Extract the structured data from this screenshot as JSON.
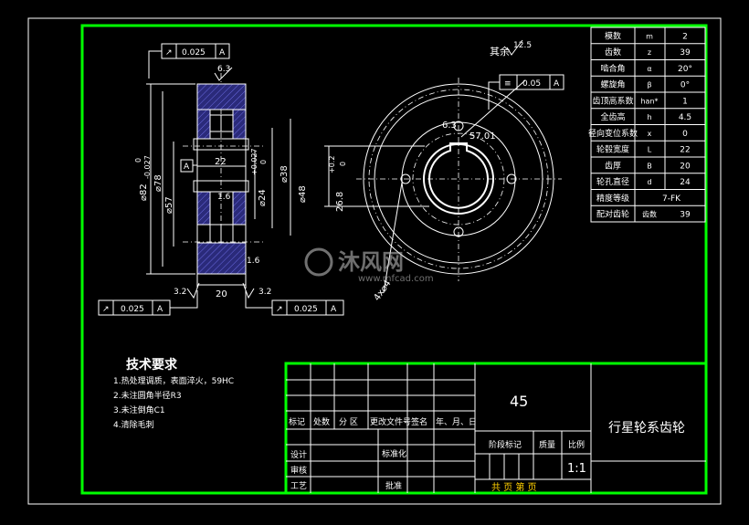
{
  "colors": {
    "background": "#000000",
    "frame": "#00ff00",
    "line": "#ffffff",
    "hatch": "#5b5bd6",
    "yellow": "#ffd000",
    "watermark": "#b4b4b4"
  },
  "gear_params": {
    "rows": [
      {
        "name": "模数",
        "symbol": "m",
        "value": "2"
      },
      {
        "name": "齿数",
        "symbol": "z",
        "value": "39"
      },
      {
        "name": "啮合角",
        "symbol": "α",
        "value": "20°"
      },
      {
        "name": "螺旋角",
        "symbol": "β",
        "value": "0°"
      },
      {
        "name": "齿顶高系数",
        "symbol": "han*",
        "value": "1"
      },
      {
        "name": "全齿高",
        "symbol": "h",
        "value": "4.5"
      },
      {
        "name": "径向变位系数",
        "symbol": "x",
        "value": "0"
      },
      {
        "name": "轮毂宽度",
        "symbol": "L",
        "value": "22"
      },
      {
        "name": "齿厚",
        "symbol": "B",
        "value": "20"
      },
      {
        "name": "轮孔直径",
        "symbol": "d",
        "value": "24"
      },
      {
        "name": "精度等级",
        "symbol": "",
        "value": "7-FK"
      },
      {
        "name": "配对齿轮",
        "symbol": "齿数",
        "value": "39"
      }
    ]
  },
  "annotations": {
    "tol_top_sym": "↗",
    "tol_top_val": "0.025",
    "tol_top_ref": "A",
    "tol_left_sym": "↗",
    "tol_left_val": "0.025",
    "tol_left_ref": "A",
    "tol_right_sym": "↗",
    "tol_right_val": "0.025",
    "tol_right_ref": "A",
    "tol_sym_sym": "≡",
    "tol_sym_val": "0.05",
    "tol_sym_ref": "A",
    "datum_a": "A",
    "rough_rest": "其余",
    "rough_rest_val": "12.5",
    "rough_63": "6.3",
    "rough_63b": "6.3",
    "rough_32a": "3.2",
    "rough_32b": "3.2",
    "rough_16a": "1.6",
    "rough_16b": "1.6",
    "dim_82": "⌀82",
    "dim_82_tol_up": "0",
    "dim_82_tol_dn": "-0.027",
    "dim_78": "⌀78",
    "dim_57": "⌀57",
    "dim_22": "22",
    "dim_24": "⌀24",
    "dim_24_tol": "+0.027",
    "dim_24_tol2": "0",
    "dim_38": "⌀38",
    "dim_48": "⌀48",
    "dim_20": "20",
    "dim_268": "26.8",
    "dim_268_tol": "+0.2",
    "dim_268_tol2": "0",
    "dim_57_01": "57.01",
    "dim_holes": "4x⌀4"
  },
  "tech_req": {
    "title": "技术要求",
    "items": [
      "1.热处理调质，表面淬火，59HC",
      "2.未注圆角半径R3",
      "3.未注倒角C1",
      "4.清除毛刺"
    ]
  },
  "title_block": {
    "material": "45",
    "part_name": "行星轮系齿轮",
    "scale": "1:1",
    "headers": [
      "标记",
      "处数",
      "分 区",
      "更改文件号",
      "签名",
      "年、月、日"
    ],
    "stage_label": "阶段标记",
    "mass_label": "质量",
    "scale_label": "比例",
    "design": "设计",
    "standard": "标准化",
    "review": "审核",
    "process": "工艺",
    "approve": "批准",
    "sheets": "共   页  第   页"
  },
  "watermark": {
    "brand": "沐风网",
    "url": "www.mfcad.com"
  }
}
